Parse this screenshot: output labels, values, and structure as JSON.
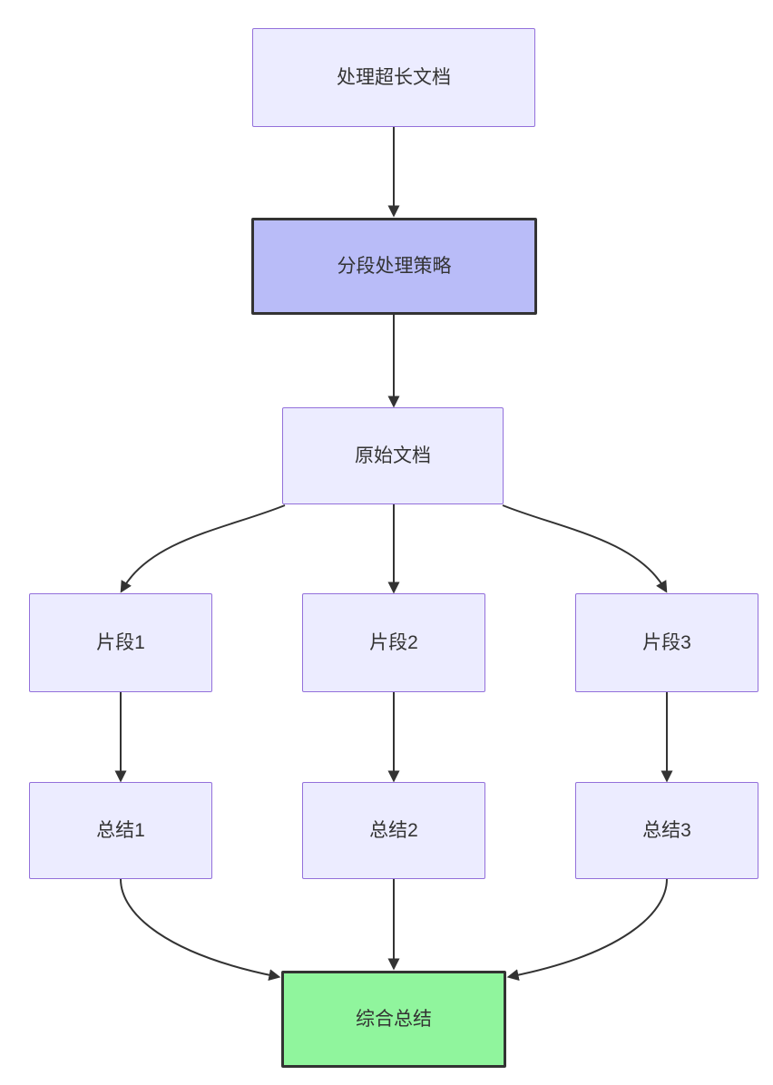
{
  "colors": {
    "node_fill": "#ececff",
    "node_border": "#9370db",
    "highlight_fill": "#b9bcf8",
    "success_fill": "#90f59d",
    "dark_border": "#333333",
    "edge": "#333333",
    "text": "#333333",
    "background": "#ffffff"
  },
  "diagram": {
    "type": "flowchart",
    "direction": "top-down",
    "nodes": [
      {
        "id": "start",
        "label": "处理超长文档",
        "style": "default"
      },
      {
        "id": "strategy",
        "label": "分段处理策略",
        "style": "highlight"
      },
      {
        "id": "original",
        "label": "原始文档",
        "style": "default"
      },
      {
        "id": "seg1",
        "label": "片段1",
        "style": "default"
      },
      {
        "id": "seg2",
        "label": "片段2",
        "style": "default"
      },
      {
        "id": "seg3",
        "label": "片段3",
        "style": "default"
      },
      {
        "id": "sum1",
        "label": "总结1",
        "style": "default"
      },
      {
        "id": "sum2",
        "label": "总结2",
        "style": "default"
      },
      {
        "id": "sum3",
        "label": "总结3",
        "style": "default"
      },
      {
        "id": "final",
        "label": "综合总结",
        "style": "success"
      }
    ],
    "edges": [
      {
        "from": "start",
        "to": "strategy"
      },
      {
        "from": "strategy",
        "to": "original"
      },
      {
        "from": "original",
        "to": "seg1"
      },
      {
        "from": "original",
        "to": "seg2"
      },
      {
        "from": "original",
        "to": "seg3"
      },
      {
        "from": "seg1",
        "to": "sum1"
      },
      {
        "from": "seg2",
        "to": "sum2"
      },
      {
        "from": "seg3",
        "to": "sum3"
      },
      {
        "from": "sum1",
        "to": "final"
      },
      {
        "from": "sum2",
        "to": "final"
      },
      {
        "from": "sum3",
        "to": "final"
      }
    ]
  }
}
